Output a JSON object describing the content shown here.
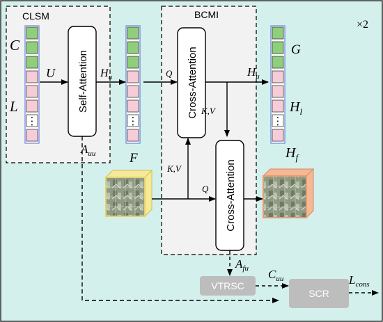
{
  "modules": {
    "clsm": "CLSM",
    "bcmi": "BCMI",
    "repeat": "×2"
  },
  "blocks": {
    "self_attention": "Self-Attention",
    "cross_attention_top": "Cross-Attention",
    "cross_attention_bottom": "Cross-Attention",
    "vtrsc": "VTRSC",
    "scr": "SCR"
  },
  "symbols": {
    "C": "C",
    "L": "L",
    "U": "U",
    "H_u_mid": "H",
    "H_u_mid_sub": "u",
    "Q_top": "Q",
    "H_u_right": "H",
    "H_u_right_sub": "u",
    "G": "G",
    "H_l": "H",
    "H_l_sub": "l",
    "KV_mid": "K,V",
    "KV_left": "K,V",
    "A_uu": "A",
    "A_uu_sub": "uu",
    "F": "F",
    "H_f": "H",
    "H_f_sub": "f",
    "Q_bottom": "Q",
    "A_fu": "A",
    "A_fu_sub": "fu",
    "C_uu": "C",
    "C_uu_sub": "uu",
    "L_cons": "L",
    "L_cons_sub": "cons",
    "dots": "⋮"
  },
  "colors": {
    "background": "#d4f0ec",
    "module_fill": "#f2f2f2",
    "green_cell": "#8fce7a",
    "pink_cell": "#f6ccd8",
    "white_cell": "#ffffff",
    "token_border": "#4a6fd6",
    "block_gray": "#bdbdbd",
    "feature_yellow": "#f5e99a",
    "feature_orange": "#f4b895"
  }
}
